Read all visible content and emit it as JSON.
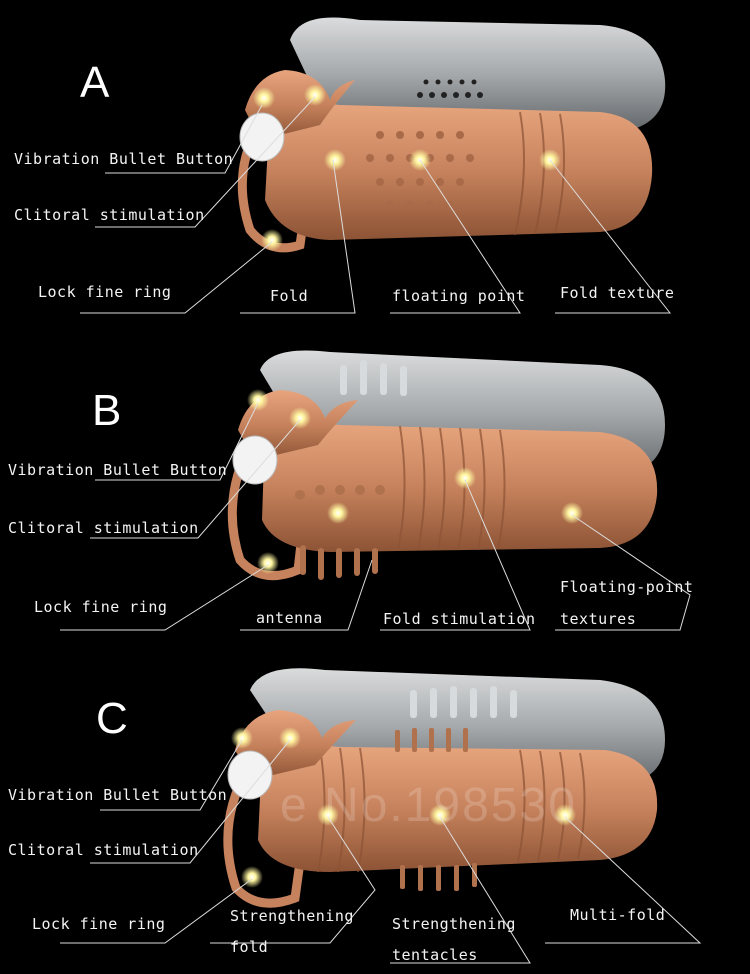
{
  "panels": [
    {
      "letter": "A",
      "labels": [
        "Vibration Bullet Button",
        "Clitoral stimulation",
        "Lock fine ring",
        "Fold",
        "floating point",
        "Fold texture"
      ]
    },
    {
      "letter": "B",
      "labels": [
        "Vibration Bullet Button",
        "Clitoral stimulation",
        "Lock fine ring",
        "antenna",
        "Fold stimulation",
        "Floating-point",
        "textures"
      ]
    },
    {
      "letter": "C",
      "labels": [
        "Vibration Bullet Button",
        "Clitoral stimulation",
        "Lock fine ring",
        "Strengthening",
        "fold",
        "Strengthening",
        "tentacles",
        "Multi-fold"
      ]
    }
  ],
  "watermark": "e No.198530",
  "colors": {
    "background": "#000000",
    "sleeve": "#c98660",
    "clear": "#cfd3d6",
    "glow": "#fff6a0"
  }
}
